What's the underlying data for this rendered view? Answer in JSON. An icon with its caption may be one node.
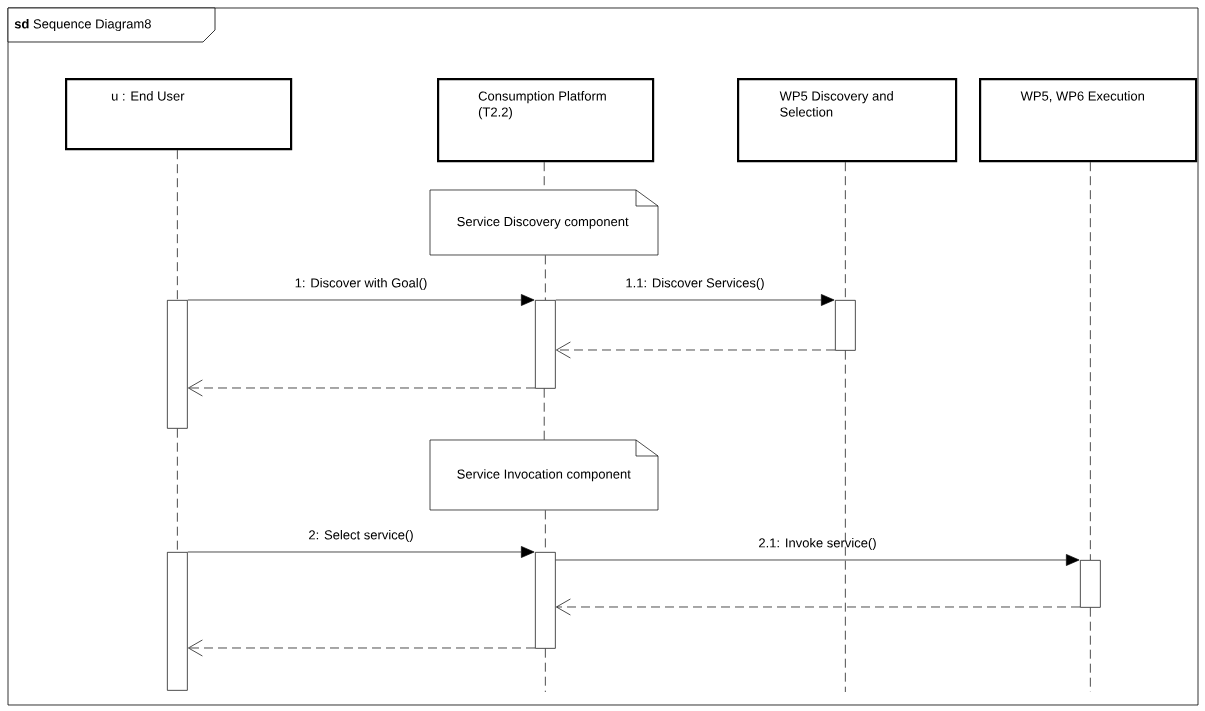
{
  "diagram": {
    "title": "**sd** Sequence Diagram8",
    "nodes": [
      {
        "text": [
          "u : End User"
        ]
      },
      {
        "text": [
          "Consumption Platform (T2.2)"
        ]
      },
      {
        "text": [
          "WP5 Discovery and Selection"
        ]
      },
      {
        "text": [
          "WP5, WP6 Execution"
        ]
      },
      {
        "text": [
          "Service Discovery component"
        ]
      },
      {
        "text": [
          "Service Invocation component"
        ]
      },
      {
        "text": [],
        "shape": "bar"
      },
      {
        "text": [],
        "shape": "bar"
      },
      {
        "text": [],
        "shape": "bar"
      },
      {
        "text": [],
        "shape": "bar"
      },
      {
        "text": [],
        "shape": "bar"
      },
      {
        "text": [],
        "shape": "bar"
      }
    ],
    "edges": [
      {
        "from": 6,
        "to": 7,
        "arrow": "to",
        "label": "1: Discover with Goal()"
      },
      {
        "from": 7,
        "to": 8,
        "arrow": "to",
        "label": "1.1: Discover Services()"
      },
      {
        "from": 8,
        "to": 7,
        "arrow": "to",
        "style": "dashed"
      },
      {
        "from": 7,
        "to": 6,
        "arrow": "to",
        "style": "dashed"
      },
      {
        "from": 9,
        "to": 10,
        "arrow": "to",
        "label": "2: Select service()"
      },
      {
        "from": 10,
        "to": 11,
        "arrow": "to",
        "label": "2.1: Invoke service()"
      },
      {
        "from": 11,
        "to": 10,
        "arrow": "to",
        "style": "dashed"
      },
      {
        "from": 10,
        "to": 9,
        "arrow": "to",
        "style": "dashed"
      },
      {
        "from": 0,
        "to": 6,
        "arrow": "none",
        "style": "dashed"
      },
      {
        "from": 6,
        "to": 9,
        "arrow": "none",
        "style": "dashed"
      },
      {
        "from": 1,
        "to": 4,
        "arrow": "none",
        "style": "dashed"
      },
      {
        "from": 4,
        "to": 7,
        "arrow": "none",
        "style": "dashed"
      },
      {
        "from": 7,
        "to": 5,
        "arrow": "none",
        "style": "dashed"
      },
      {
        "from": 5,
        "to": 10,
        "arrow": "none",
        "style": "dashed"
      },
      {
        "from": 10,
        "to": null,
        "arrow": "none",
        "style": "dashed"
      },
      {
        "from": 2,
        "to": 8,
        "arrow": "none",
        "style": "dashed"
      },
      {
        "from": 8,
        "to": null,
        "arrow": "none",
        "style": "dashed"
      },
      {
        "from": 3,
        "to": 11,
        "arrow": "none",
        "style": "dashed"
      },
      {
        "from": 11,
        "to": null,
        "arrow": "none",
        "style": "dashed"
      }
    ]
  }
}
